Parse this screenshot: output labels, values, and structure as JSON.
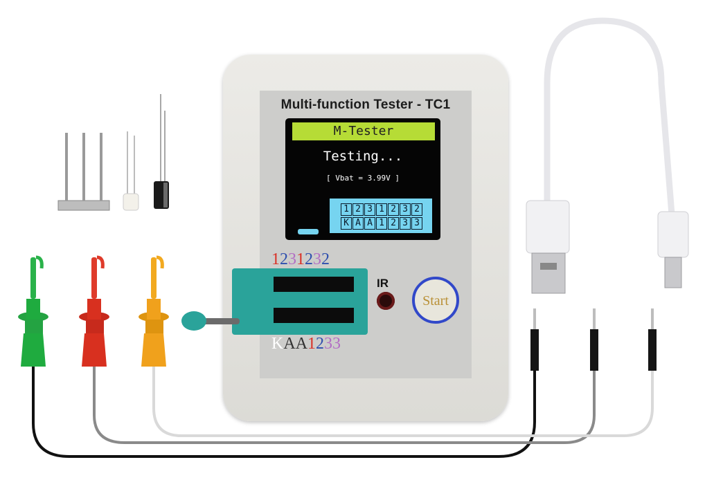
{
  "device": {
    "title": "Multi-function Tester - TC1",
    "ir_label": "IR",
    "start_label": "Start"
  },
  "lcd": {
    "header": "M-Tester",
    "status": "Testing...",
    "vbat": "[ Vbat = 3.99V ]",
    "pins_top": [
      "1",
      "2",
      "3",
      "1",
      "2",
      "3",
      "2"
    ],
    "pins_bottom": [
      "K",
      "A",
      "A",
      "1",
      "2",
      "3",
      "3"
    ]
  },
  "socket_labels": {
    "top": [
      "1",
      "2",
      "3",
      "1",
      "2",
      "3",
      "2"
    ],
    "bottom": [
      "K",
      "A",
      "A",
      "1",
      "2",
      "3",
      "3"
    ]
  },
  "colors": {
    "pin1": "#d93026",
    "pin2": "#2e4fae",
    "pin3": "#b26ec4",
    "lcd_header": "#b6dc36",
    "lcd_panel": "#76d4f0",
    "socket": "#2aa39a",
    "start_ring": "#3148c9",
    "clip_green": "#1fab3f",
    "clip_red": "#d8301f",
    "clip_yellow": "#f0a11c"
  }
}
